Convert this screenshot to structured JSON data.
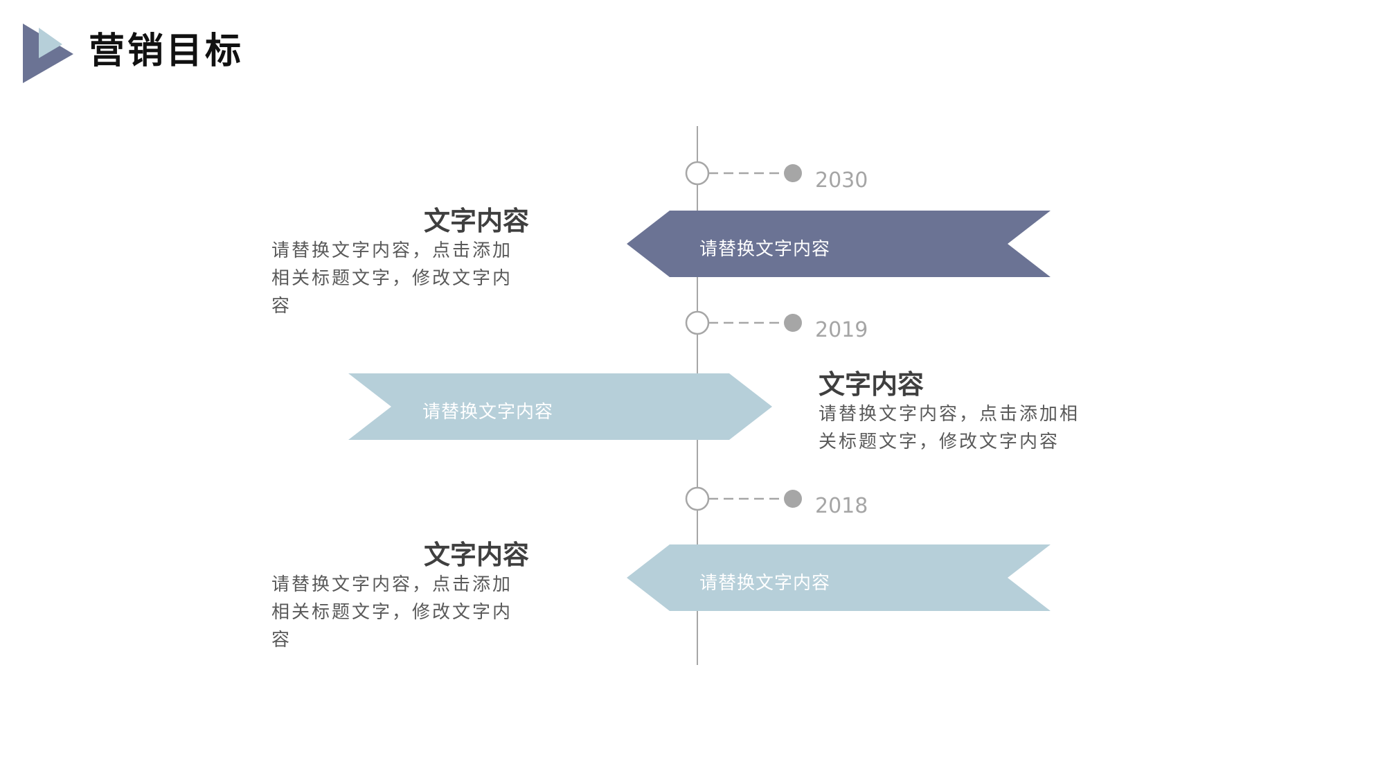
{
  "header": {
    "title": "营销目标",
    "logo_icon": "play-triangle-icon",
    "logo_colors": {
      "dark": "#6b7394",
      "light": "#b6cfd9"
    }
  },
  "timeline": {
    "line_color": "#a6a6a6",
    "milestones": [
      {
        "year": "2030"
      },
      {
        "year": "2019"
      },
      {
        "year": "2018"
      }
    ],
    "banners": [
      {
        "text": "请替换文字内容",
        "direction": "left",
        "color": "#6b7394"
      },
      {
        "text": "请替换文字内容",
        "direction": "right",
        "color": "#b6cfd9"
      },
      {
        "text": "请替换文字内容",
        "direction": "left",
        "color": "#b6cfd9"
      }
    ],
    "blocks": [
      {
        "title": "文字内容",
        "body": "请替换文字内容，点击添加相关标题文字，修改文字内容"
      },
      {
        "title": "文字内容",
        "body": "请替换文字内容，点击添加相关标题文字，修改文字内容"
      },
      {
        "title": "文字内容",
        "body": "请替换文字内容，点击添加相关标题文字，修改文字内容"
      }
    ]
  }
}
